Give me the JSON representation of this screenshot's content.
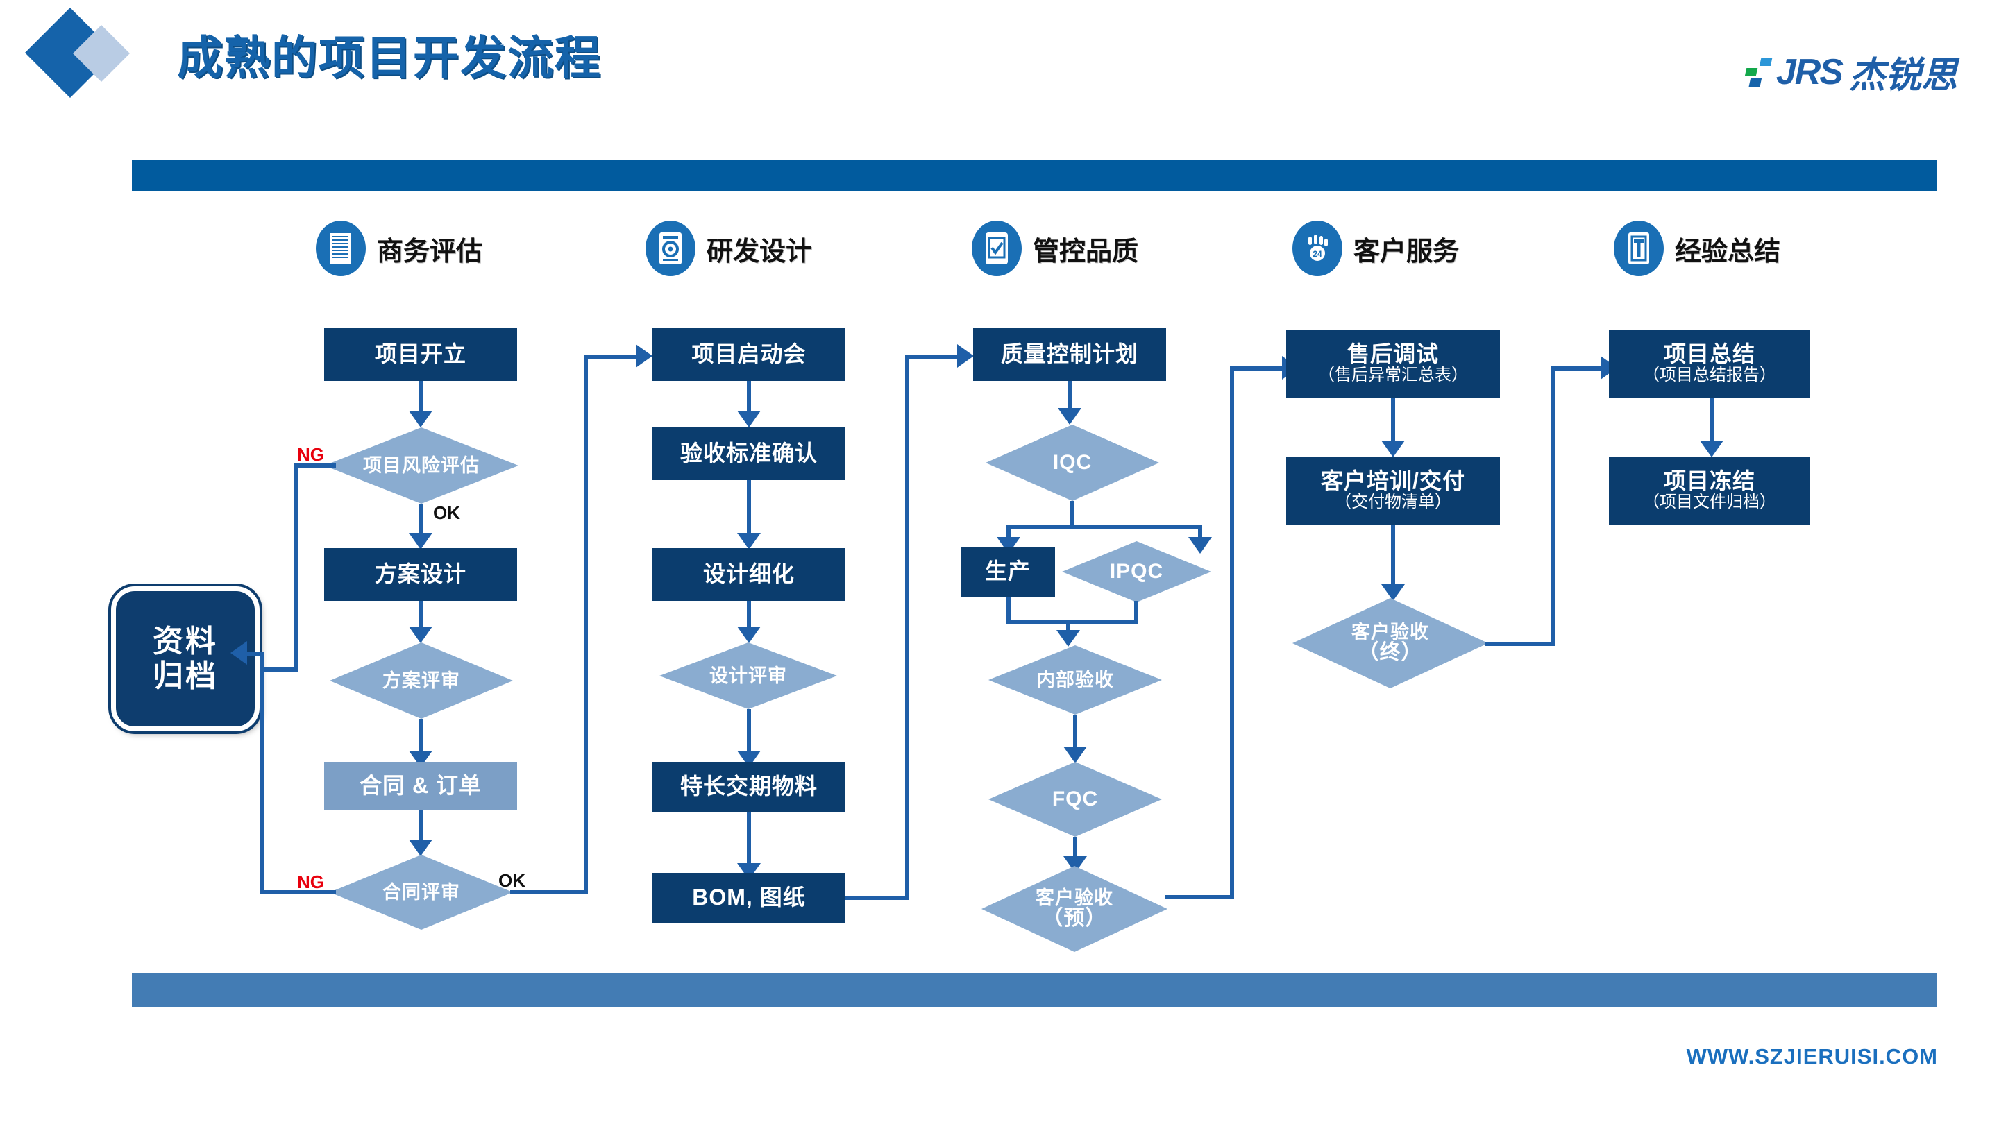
{
  "header": {
    "title": "成熟的项目开发流程",
    "logo_mark": "jrs-logo",
    "logo_text_en": "JRS",
    "logo_text_cn": "杰锐思"
  },
  "footer": {
    "url": "WWW.SZJIERUISI.COM"
  },
  "columns": [
    {
      "id": "business",
      "icon": "document-grid-icon",
      "label": "商务评估"
    },
    {
      "id": "rnd",
      "icon": "gear-blueprint-icon",
      "label": "研发设计"
    },
    {
      "id": "quality",
      "icon": "checkbox-phone-icon",
      "label": "管控品质"
    },
    {
      "id": "service",
      "icon": "support-24-icon",
      "label": "客户服务"
    },
    {
      "id": "summary",
      "icon": "t-bar-phone-icon",
      "label": "经验总结"
    }
  ],
  "nodes": {
    "archive": {
      "line1": "资料",
      "line2": "归档"
    },
    "c1_n1": {
      "label": "项目开立"
    },
    "c1_n2": {
      "label": "项目风险评估"
    },
    "c1_n3": {
      "label": "方案设计"
    },
    "c1_n4": {
      "label": "方案评审"
    },
    "c1_n5": {
      "label": "合同 & 订单"
    },
    "c1_n6": {
      "label": "合同评审"
    },
    "c2_n1": {
      "label": "项目启动会"
    },
    "c2_n2": {
      "label": "验收标准确认"
    },
    "c2_n3": {
      "label": "设计细化"
    },
    "c2_n4": {
      "label": "设计评审"
    },
    "c2_n5": {
      "label": "特长交期物料"
    },
    "c2_n6": {
      "label": "BOM, 图纸"
    },
    "c3_n1": {
      "label": "质量控制计划"
    },
    "c3_n2": {
      "label": "IQC"
    },
    "c3_n3": {
      "label": "生产"
    },
    "c3_n4": {
      "label": "IPQC"
    },
    "c3_n5": {
      "label": "内部验收"
    },
    "c3_n6": {
      "label": "FQC"
    },
    "c3_n7": {
      "label": "客户验收",
      "sub": "（预）"
    },
    "c4_n1": {
      "label": "售后调试",
      "sub": "（售后异常汇总表）"
    },
    "c4_n2": {
      "label": "客户培训/交付",
      "sub": "（交付物清单）"
    },
    "c4_n3": {
      "label": "客户验收",
      "sub": "（终）"
    },
    "c5_n1": {
      "label": "项目总结",
      "sub": "（项目总结报告）"
    },
    "c5_n2": {
      "label": "项目冻结",
      "sub": "（项目文件归档）"
    }
  },
  "labels": {
    "ng_risk": "NG",
    "ok_risk": "OK",
    "ng_contract": "NG",
    "ok_contract": "OK"
  },
  "colors": {
    "brand_blue": "#1563AA",
    "dark_node": "#0B3D6E",
    "light_node": "#7C9FC6",
    "diamond": "#8AACD0",
    "connector": "#1F5FA8",
    "top_bar": "#015B9E",
    "bottom_bar": "#437CB4",
    "ng_red": "#E8000D"
  }
}
